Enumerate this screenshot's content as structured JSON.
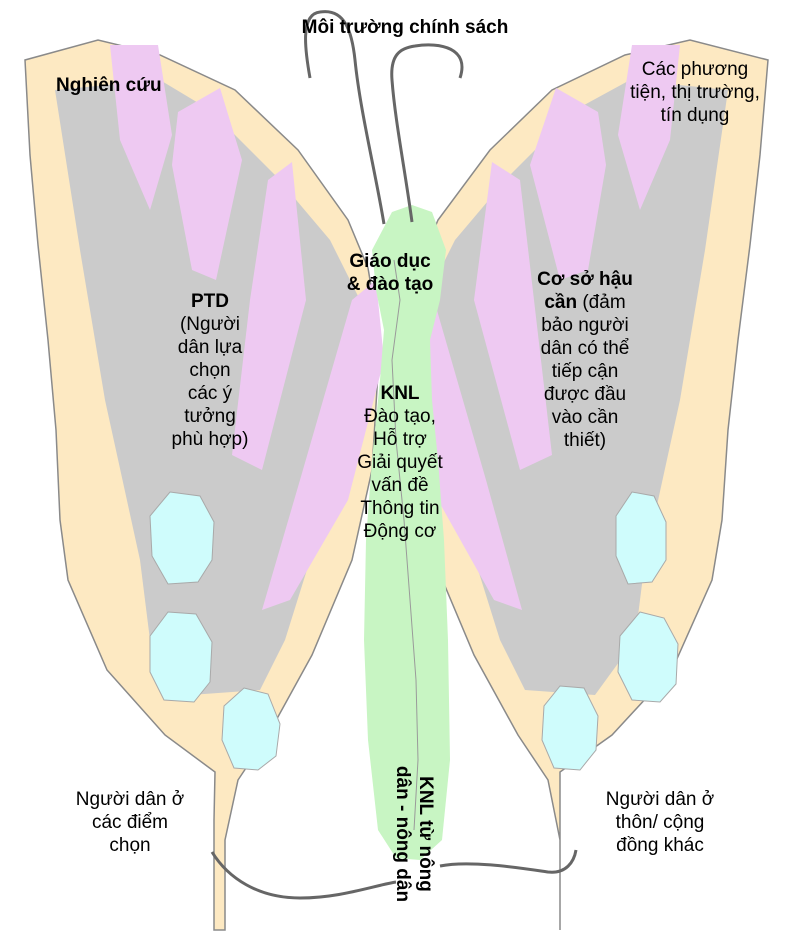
{
  "labels": {
    "policy_env": "Môi trường chính sách",
    "research": "Nghiên cứu",
    "facilities": [
      "Các phương",
      "tiện, thị trường,",
      "tín dụng"
    ],
    "education": [
      "Giáo dục",
      "& đào tạo"
    ],
    "ptd_title": "PTD",
    "ptd_desc": [
      "(Người",
      "dân lựa",
      "chọn",
      "các ý",
      "tưởng",
      "phù hợp)"
    ],
    "logistics_title": [
      "Cơ sở hậu",
      "cần"
    ],
    "logistics_desc": [
      " (đảm",
      "bảo người",
      "dân có thể",
      "tiếp cận",
      "được đầu",
      "vào cần",
      "thiết)"
    ],
    "knl_title": "KNL",
    "knl_items": [
      "Đào tạo,",
      "Hỗ trợ",
      "Giải quyết",
      "vấn đề",
      "Thông tin",
      "Động cơ"
    ],
    "people_points": [
      "Người dân ở",
      "các điểm",
      "chọn"
    ],
    "people_other": [
      "Người dân ở",
      "thôn/ cộng",
      "đồng khác"
    ],
    "knl_farmer": [
      "KNL từ nông",
      "dân - nông dân"
    ]
  },
  "colors": {
    "wing": "#fde9c2",
    "wing_stroke": "#8a8a8a",
    "gray_band": "#cbcbcb",
    "pink": "#eec9f2",
    "body": "#c8f5c3",
    "spot": "#cffcfc",
    "antenna": "#666666"
  }
}
